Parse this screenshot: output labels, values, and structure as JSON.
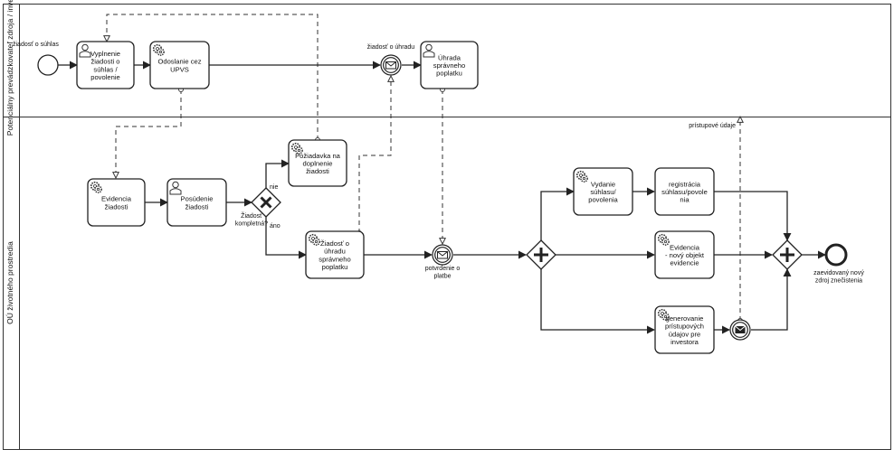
{
  "pools": [
    {
      "label": "Potenciálny prevádzkovateľ zdroja / investor"
    },
    {
      "label": "OÚ životného prostredia"
    }
  ],
  "tasks": {
    "vyplnenie": {
      "type": "user",
      "lines": [
        "Vyplnenie",
        "žiadosti o",
        "súhlas /",
        "povolenie"
      ]
    },
    "odoslanie": {
      "type": "service",
      "lines": [
        "Odoslanie cez",
        "UPVS"
      ]
    },
    "uhrada": {
      "type": "user",
      "lines": [
        "Úhrada",
        "správneho",
        "poplatku"
      ]
    },
    "poziadavka": {
      "type": "service",
      "lines": [
        "Požiadavka na",
        "doplnenie",
        "žiadosti"
      ]
    },
    "evidencia": {
      "type": "service",
      "lines": [
        "Evidencia",
        "žiadosti"
      ]
    },
    "posudenie": {
      "type": "user",
      "lines": [
        "Posúdenie",
        "žiadosti"
      ]
    },
    "ziadost_uhradu": {
      "type": "service",
      "lines": [
        "Žiadosť o",
        "úhradu",
        "správneho",
        "poplatku"
      ]
    },
    "vydanie": {
      "type": "service",
      "lines": [
        "Vydanie",
        "súhlasu/",
        "povolenia"
      ]
    },
    "registracia": {
      "type": "none",
      "lines": [
        "registrácia",
        "súhlasu/povole",
        "nia"
      ]
    },
    "evidencia_obj": {
      "type": "service",
      "lines": [
        "Evidencia",
        "- nový objekt",
        "evidencie"
      ]
    },
    "generovanie": {
      "type": "service",
      "lines": [
        "generovanie",
        "prístupových",
        "údajov pre",
        "investora"
      ]
    }
  },
  "labels": {
    "start_label": "žiadosť o súhlas",
    "msg_uhrada": "žiadosť o úhradu",
    "gateway_question": "Žiadosť kompletná?",
    "branch_no": "nie",
    "branch_yes": "áno",
    "potvrdenie": "potvrdenie o platbe",
    "pristupove": "prístupové údaje",
    "end_label": "zaevidovaný nový zdroj znečistenia"
  }
}
